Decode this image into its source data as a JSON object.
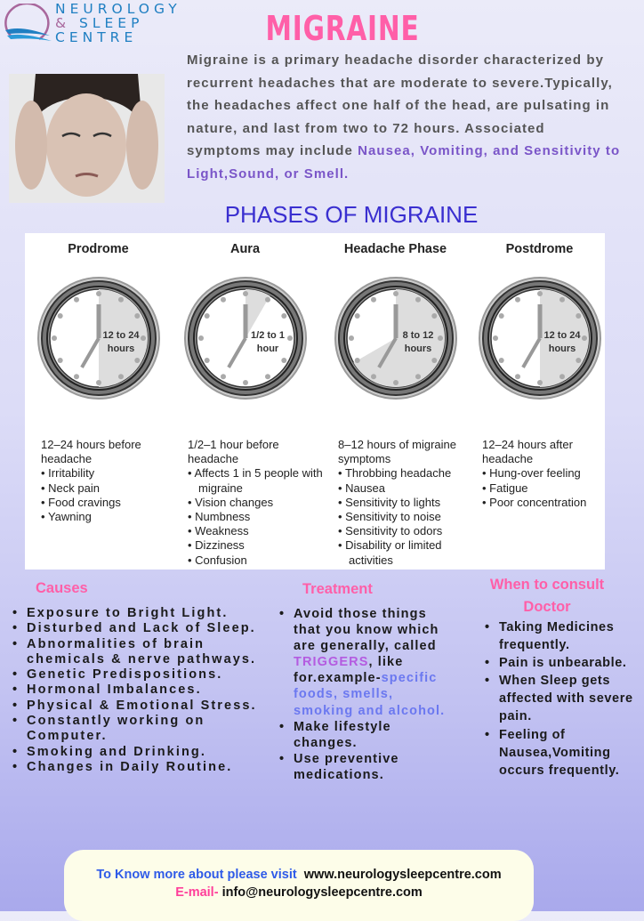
{
  "logo": {
    "line1": "NEUROLOGY",
    "line2_amp": "&",
    "line2": "SLEEP",
    "line3": "CENTRE"
  },
  "title": "MIGRAINE",
  "intro": {
    "text": "Migraine is a primary headache disorder characterized by recurrent headaches that are moderate to severe.Typically, the headaches affect one half of the head, are pulsating in nature, and last from two to 72 hours. Associated symptoms may include ",
    "highlight": "Nausea, Vomiting, and Sensitivity to Light,Sound, or Smell",
    "end": "."
  },
  "phases_title": "PHASES OF MIGRAINE",
  "phases": [
    {
      "name": "Prodrome",
      "clock_label1": "12 to 24",
      "clock_label2": "hours",
      "shade_from_hour": 0,
      "shade_to_hour": 6,
      "lead": "12–24 hours before headache",
      "items": [
        "Irritability",
        "Neck pain",
        "Food cravings",
        "Yawning"
      ]
    },
    {
      "name": "Aura",
      "clock_label1": "1/2 to 1",
      "clock_label2": "hour",
      "shade_from_hour": 0,
      "shade_to_hour": 1,
      "lead": "1/2–1 hour before headache",
      "items": [
        "Affects 1 in 5 people with migraine",
        "Vision changes",
        "Numbness",
        "Weakness",
        "Dizziness",
        "Confusion"
      ]
    },
    {
      "name": "Headache Phase",
      "clock_label1": "8 to 12",
      "clock_label2": "hours",
      "shade_from_hour": 0,
      "shade_to_hour": 8,
      "lead": "8–12 hours of migraine symptoms",
      "items": [
        "Throbbing headache",
        "Nausea",
        "Sensitivity to lights",
        "Sensitivity to noise",
        "Sensitivity to odors",
        "Disability or limited activities"
      ]
    },
    {
      "name": "Postdrome",
      "clock_label1": "12 to 24",
      "clock_label2": "hours",
      "shade_from_hour": 0,
      "shade_to_hour": 6,
      "lead": "12–24 hours after headache",
      "items": [
        "Hung-over feeling",
        "Fatigue",
        "Poor concentration"
      ]
    }
  ],
  "causes": {
    "heading": "Causes",
    "items": [
      "Exposure to Bright Light.",
      "Disturbed and Lack of Sleep.",
      "Abnormalities of brain chemicals & nerve pathways.",
      "Genetic Predispositions.",
      "Hormonal Imbalances.",
      "Physical & Emotional Stress.",
      "Constantly working on Computer.",
      "Smoking and Drinking.",
      "Changes in Daily Routine."
    ]
  },
  "treatment": {
    "heading": "Treatment",
    "item1_a": "Avoid those things that you know which are generally, called ",
    "item1_triggers": "TRIGGERS",
    "item1_b": ", like for.example-",
    "item1_examples": "specific foods, smells, smoking and alcohol.",
    "item2": "Make lifestyle changes.",
    "item3": "Use preventive medications."
  },
  "doctor": {
    "heading": "When to consult Doctor",
    "items": [
      "Taking Medicines frequently.",
      "Pain is unbearable.",
      "When Sleep gets affected with severe pain.",
      "Feeling of Nausea,Vomiting occurs frequently."
    ]
  },
  "footer": {
    "visit_label": "To Know more about please visit",
    "website": "www.neurologysleepcentre.com",
    "email_label": "E-mail-",
    "email": "info@neurologysleepcentre.com"
  }
}
